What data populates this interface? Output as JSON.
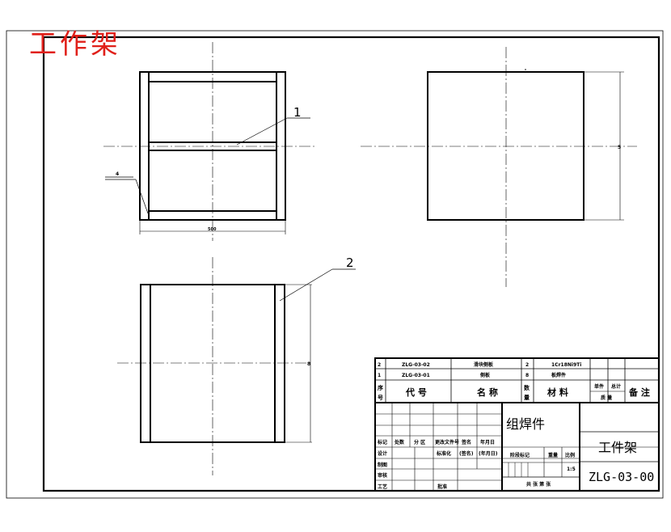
{
  "drawing": {
    "stamp_title": "工作架",
    "balloons": [
      "1",
      "2"
    ],
    "title_block": {
      "parts": [
        {
          "no": "2",
          "code": "ZLG-03-02",
          "name": "滑块侧板",
          "qty": "2",
          "material": "1Cr18Ni9Ti"
        },
        {
          "no": "1",
          "code": "ZLG-03-01",
          "name": "侧板",
          "qty": "8",
          "material": "板焊件"
        }
      ],
      "headers": {
        "seq_line1": "序",
        "seq_line2": "号",
        "code": "代 号",
        "name": "名 称",
        "qty_line1": "数",
        "qty_line2": "量",
        "material": "材 料",
        "unit_weight": "单件",
        "total_weight": "总计",
        "weight": "质 量",
        "remark": "备 注"
      },
      "assembly_name": "组焊件",
      "drawing_name": "工件架",
      "drawing_code": "ZLG-03-00",
      "revision_labels": [
        "标记",
        "处数",
        "分 区",
        "更改文件号",
        "签名",
        "年月日"
      ],
      "approval_labels": [
        "设计",
        "制图",
        "审核",
        "工艺"
      ],
      "standardization": "标准化",
      "signature_date": "(签名)",
      "date_label": "(年月日)",
      "approve": "批准",
      "stage_mark": "阶段标记",
      "weight_label": "重量",
      "scale_label": "比例",
      "scale_value": "1:5",
      "sheets": "共 张  第 张"
    }
  }
}
